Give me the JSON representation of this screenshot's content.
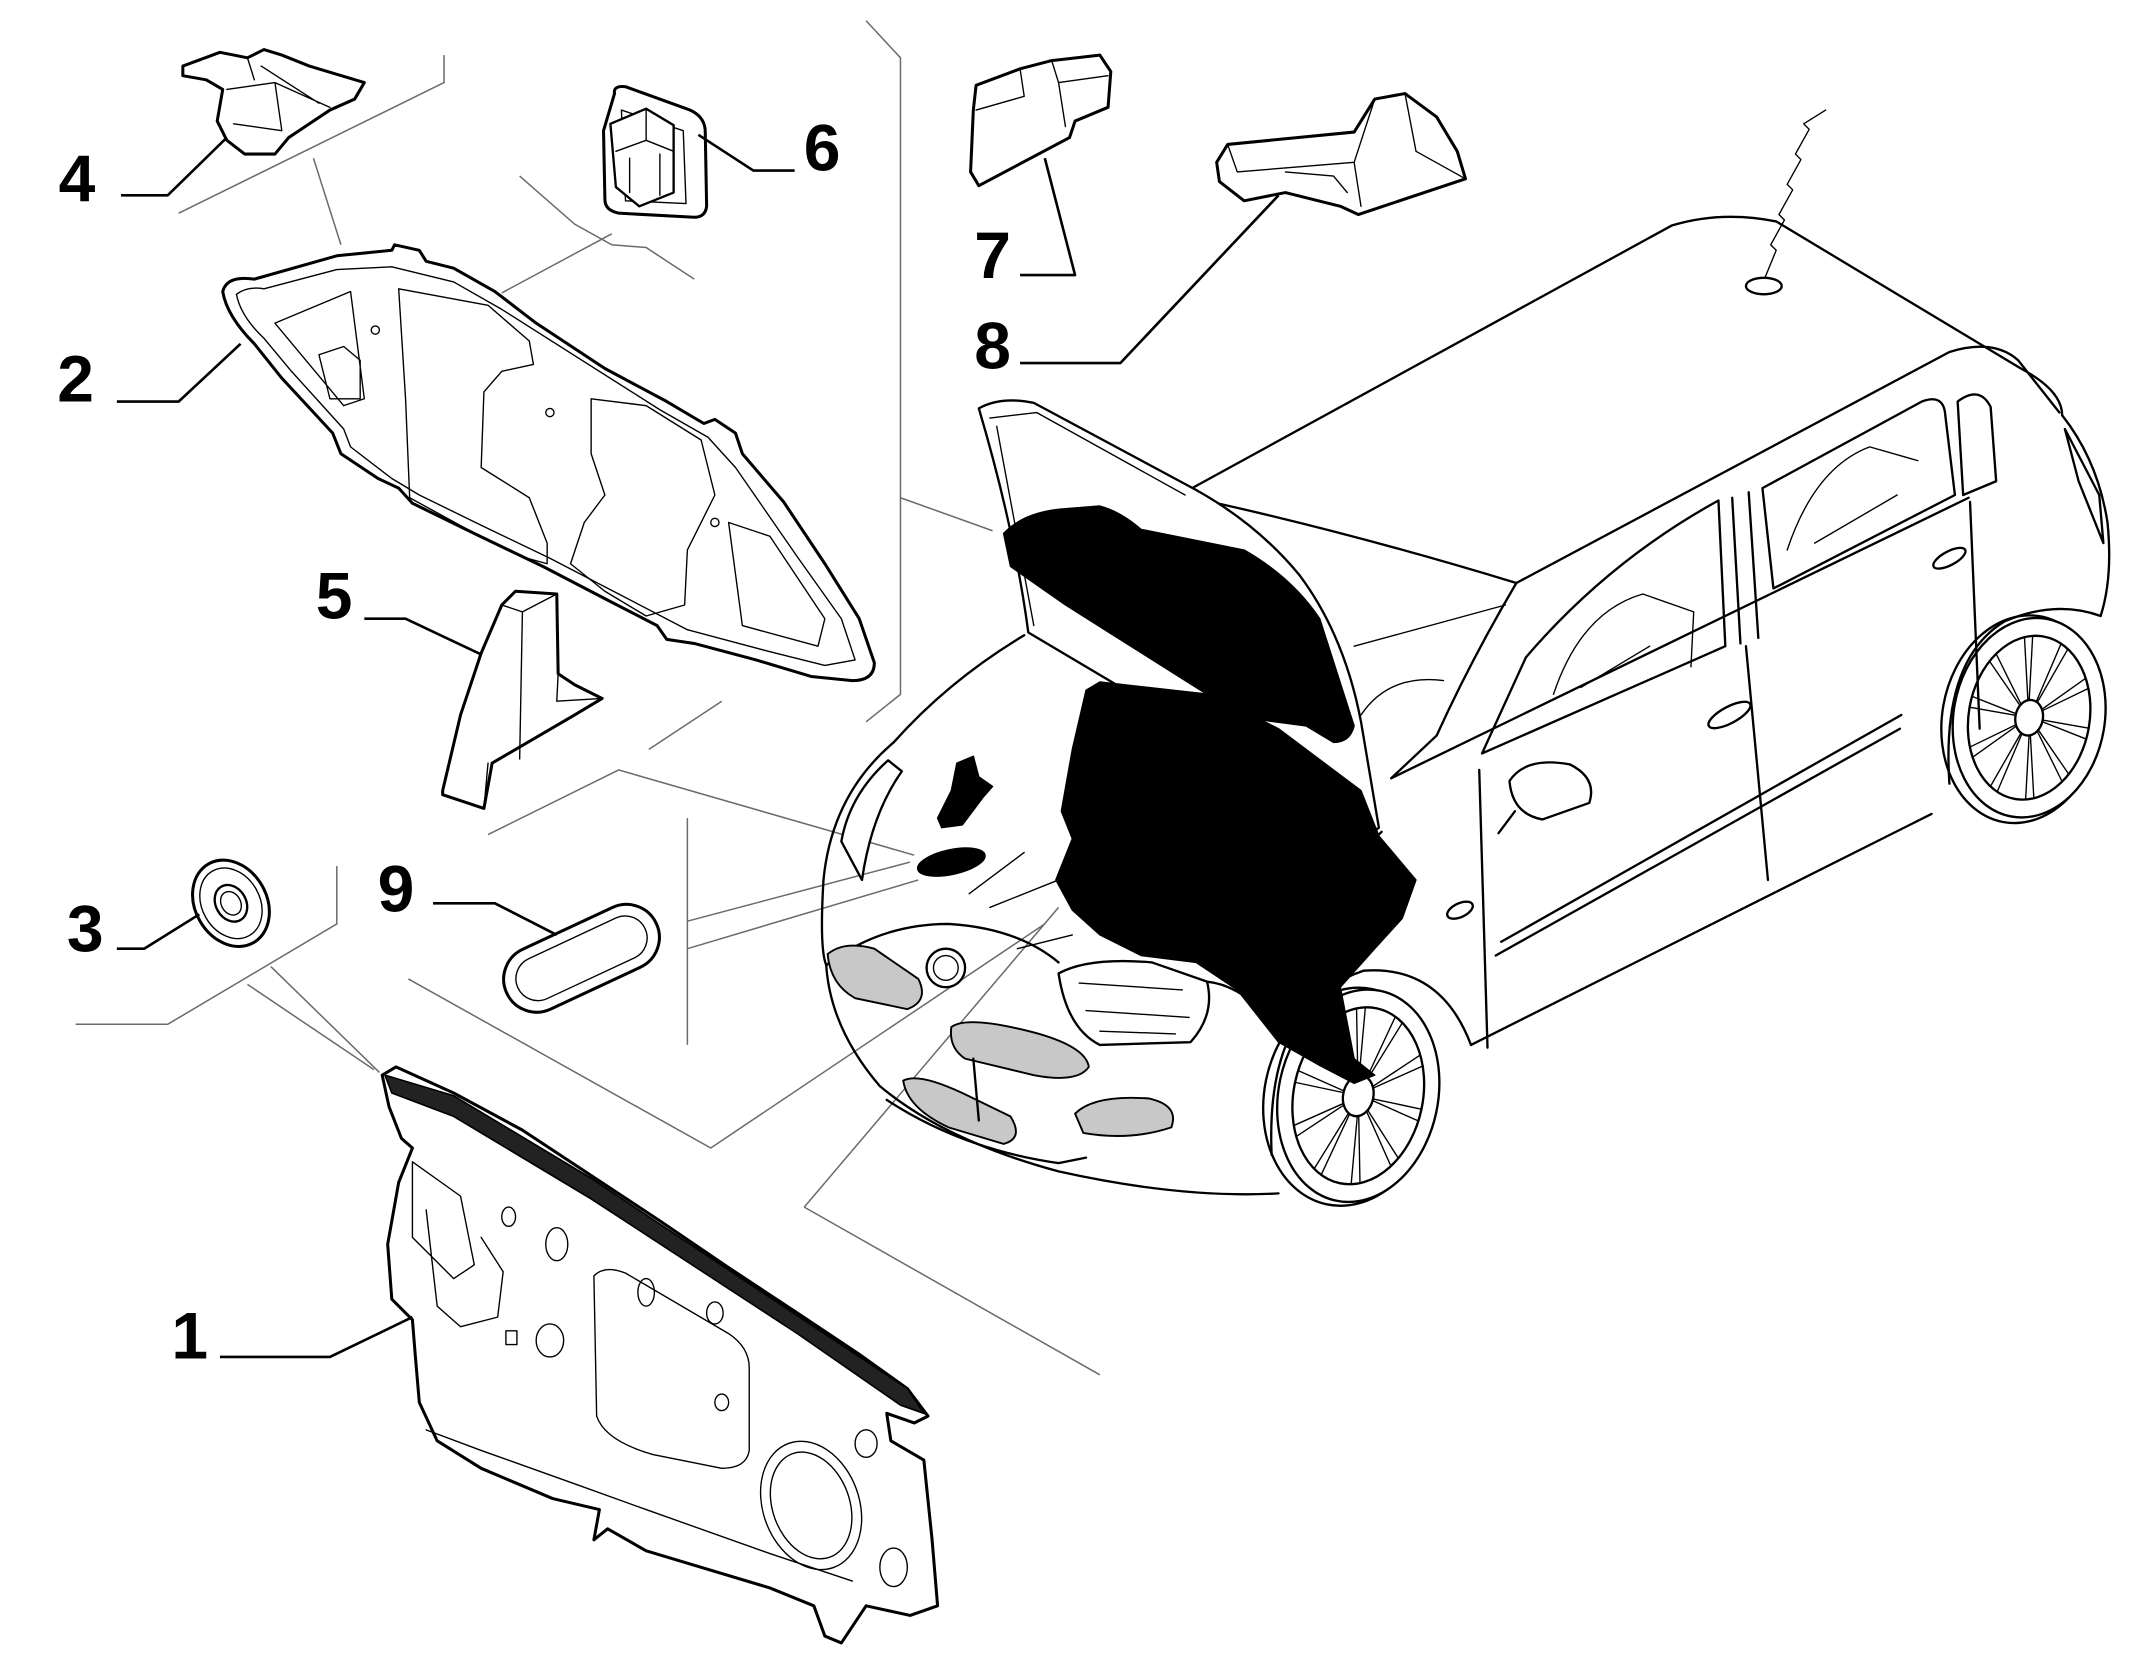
{
  "diagram": {
    "callouts": [
      {
        "label": "1"
      },
      {
        "label": "2"
      },
      {
        "label": "3"
      },
      {
        "label": "4"
      },
      {
        "label": "5"
      },
      {
        "label": "6"
      },
      {
        "label": "7"
      },
      {
        "label": "8"
      },
      {
        "label": "9"
      }
    ]
  },
  "colors": {
    "line": "#000000",
    "guide": "#6b6b6b",
    "insulation": "#000000",
    "mesh": "#c8c8c8"
  }
}
